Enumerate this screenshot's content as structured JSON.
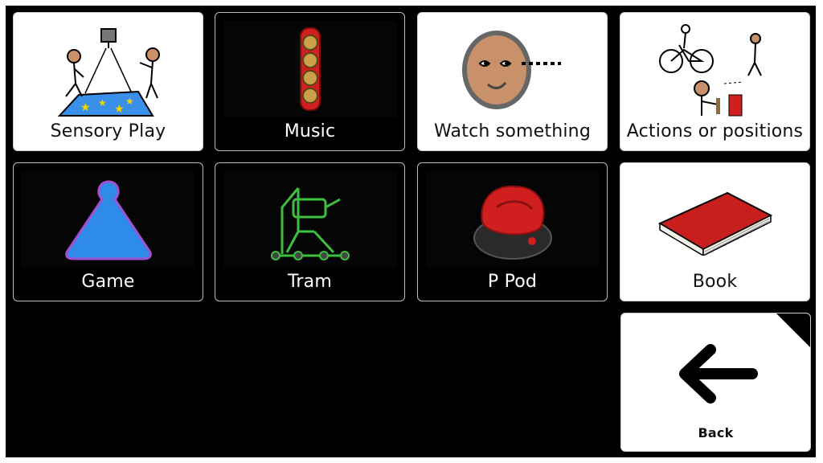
{
  "board": {
    "tiles": [
      {
        "label": "Sensory Play",
        "icon": "sensory-play-icon",
        "theme": "light"
      },
      {
        "label": "Music",
        "icon": "jingle-bells-icon",
        "theme": "dark"
      },
      {
        "label": "Watch something",
        "icon": "watching-face-icon",
        "theme": "light"
      },
      {
        "label": "Actions or positions",
        "icon": "actions-icon",
        "theme": "light"
      },
      {
        "label": "Game",
        "icon": "game-piece-icon",
        "theme": "dark"
      },
      {
        "label": "Tram",
        "icon": "standing-frame-icon",
        "theme": "dark"
      },
      {
        "label": "P Pod",
        "icon": "p-pod-chair-icon",
        "theme": "dark"
      },
      {
        "label": "Book",
        "icon": "book-icon",
        "theme": "light"
      }
    ],
    "back": {
      "label": "Back",
      "icon": "back-arrow-icon"
    }
  },
  "colors": {
    "background": "#000000",
    "tile_light": "#ffffff",
    "tile_dark": "#000000",
    "accent_red": "#d11f1f",
    "accent_blue": "#2f8be8"
  }
}
